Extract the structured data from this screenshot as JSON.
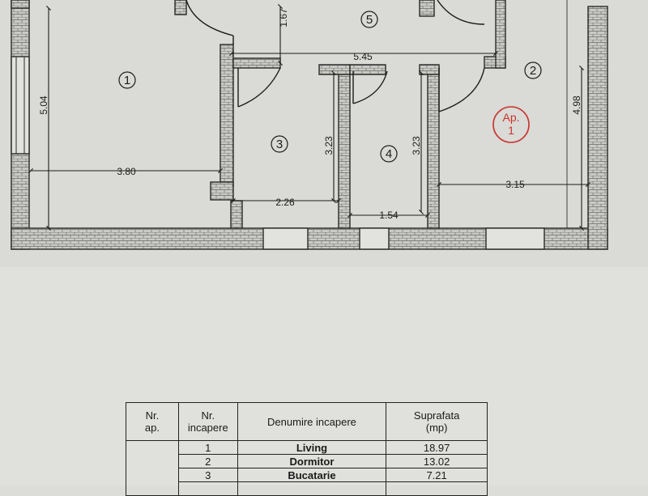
{
  "plan": {
    "rooms": [
      {
        "id": "room-1",
        "label": "1"
      },
      {
        "id": "room-2",
        "label": "2"
      },
      {
        "id": "room-3",
        "label": "3"
      },
      {
        "id": "room-4",
        "label": "4"
      },
      {
        "id": "room-5",
        "label": "5"
      }
    ],
    "dimensions": {
      "d_167": "1.67",
      "d_545": "5.45",
      "d_504": "5.04",
      "d_380": "3.80",
      "d_323a": "3.23",
      "d_226": "2.26",
      "d_323b": "3.23",
      "d_154": "1.54",
      "d_498": "4.98",
      "d_315": "3.15"
    },
    "stamp": {
      "line1": "Ap.",
      "line2": "1"
    }
  },
  "table": {
    "headers": {
      "nr_ap_line1": "Nr.",
      "nr_ap_line2": "ap.",
      "nr_inc_line1": "Nr.",
      "nr_inc_line2": "incapere",
      "name": "Denumire incapere",
      "area_line1": "Suprafata",
      "area_line2": "(mp)"
    },
    "rows": [
      {
        "nr": "1",
        "name": "Living",
        "area": "18.97"
      },
      {
        "nr": "2",
        "name": "Dormitor",
        "area": "13.02"
      },
      {
        "nr": "3",
        "name": "Bucatarie",
        "area": "7.21"
      },
      {
        "nr": "",
        "name": "",
        "area": ""
      }
    ]
  },
  "colors": {
    "paper": "#dcdcd8",
    "ink": "#1c1c1c",
    "stamp": "#c8322e",
    "wall": "#9a9a96"
  }
}
